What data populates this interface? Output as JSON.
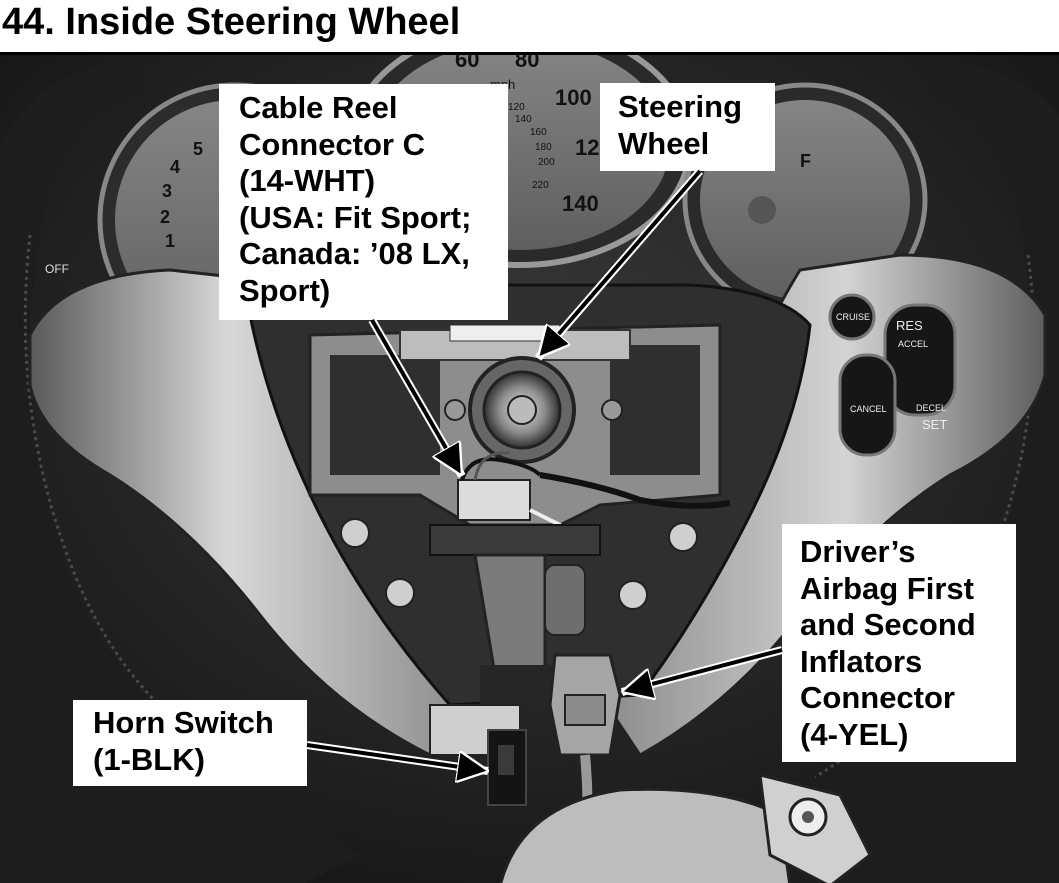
{
  "title": "44. Inside Steering Wheel",
  "callouts": {
    "cable_reel": {
      "lines": [
        "Cable Reel",
        "Connector C",
        "(14-WHT)",
        "(USA: Fit Sport;",
        "Canada: ’08 LX,",
        "Sport)"
      ]
    },
    "steering_wheel": {
      "lines": [
        "Steering",
        "Wheel"
      ]
    },
    "airbag_connector": {
      "lines": [
        "Driver’s",
        "Airbag First",
        "and Second",
        "Inflators",
        "Connector",
        "(4-YEL)"
      ]
    },
    "horn_switch": {
      "lines": [
        "Horn Switch",
        "(1-BLK)"
      ]
    }
  },
  "photo_text": {
    "speed_60": "60",
    "speed_80": "80",
    "speed_100": "100",
    "speed_120": "12",
    "speed_140": "140",
    "mph": "mph",
    "kmh_120": "120",
    "kmh_140": "140",
    "kmh_160": "160",
    "kmh_180": "180",
    "kmh_200": "200",
    "kmh_220": "220",
    "tach_5": "5",
    "tach_4": "4",
    "tach_3": "3",
    "tach_2": "2",
    "tach_1": "1",
    "fuel_f": "F",
    "off": "OFF",
    "cruise": "CRUISE",
    "res": "RES",
    "accel": "ACCEL",
    "cancel": "CANCEL",
    "decel": "DECEL",
    "set": "SET"
  }
}
